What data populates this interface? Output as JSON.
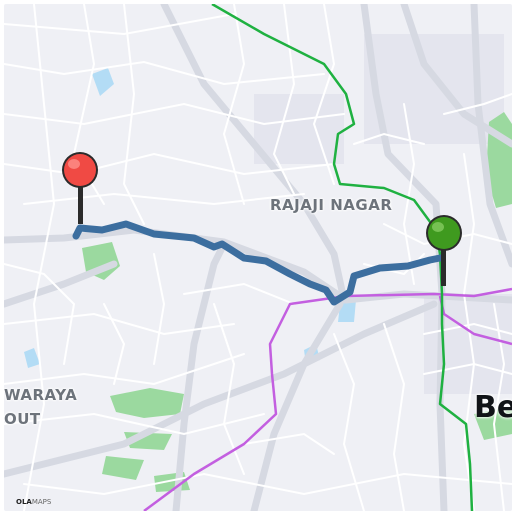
{
  "map": {
    "provider_logo": {
      "bold": "OLA",
      "light": "MAPS"
    },
    "labels": {
      "district_1": "RAJAJI NAGAR",
      "district_2_line1": "WARAYA",
      "district_2_line2": "OUT",
      "city_partial": "Be"
    },
    "colors": {
      "background": "#eff0f5",
      "road": "#ffffff",
      "park": "#9bd99f",
      "water": "#b3dcf5",
      "route": "#3c6e9f",
      "metro_green": "#1fb141",
      "metro_purple": "#c35fe0",
      "start_marker": "#f04a44",
      "end_marker": "#3f9a1f"
    },
    "markers": [
      {
        "name": "origin-pin",
        "color": "red"
      },
      {
        "name": "destination-pin",
        "color": "green"
      }
    ]
  }
}
